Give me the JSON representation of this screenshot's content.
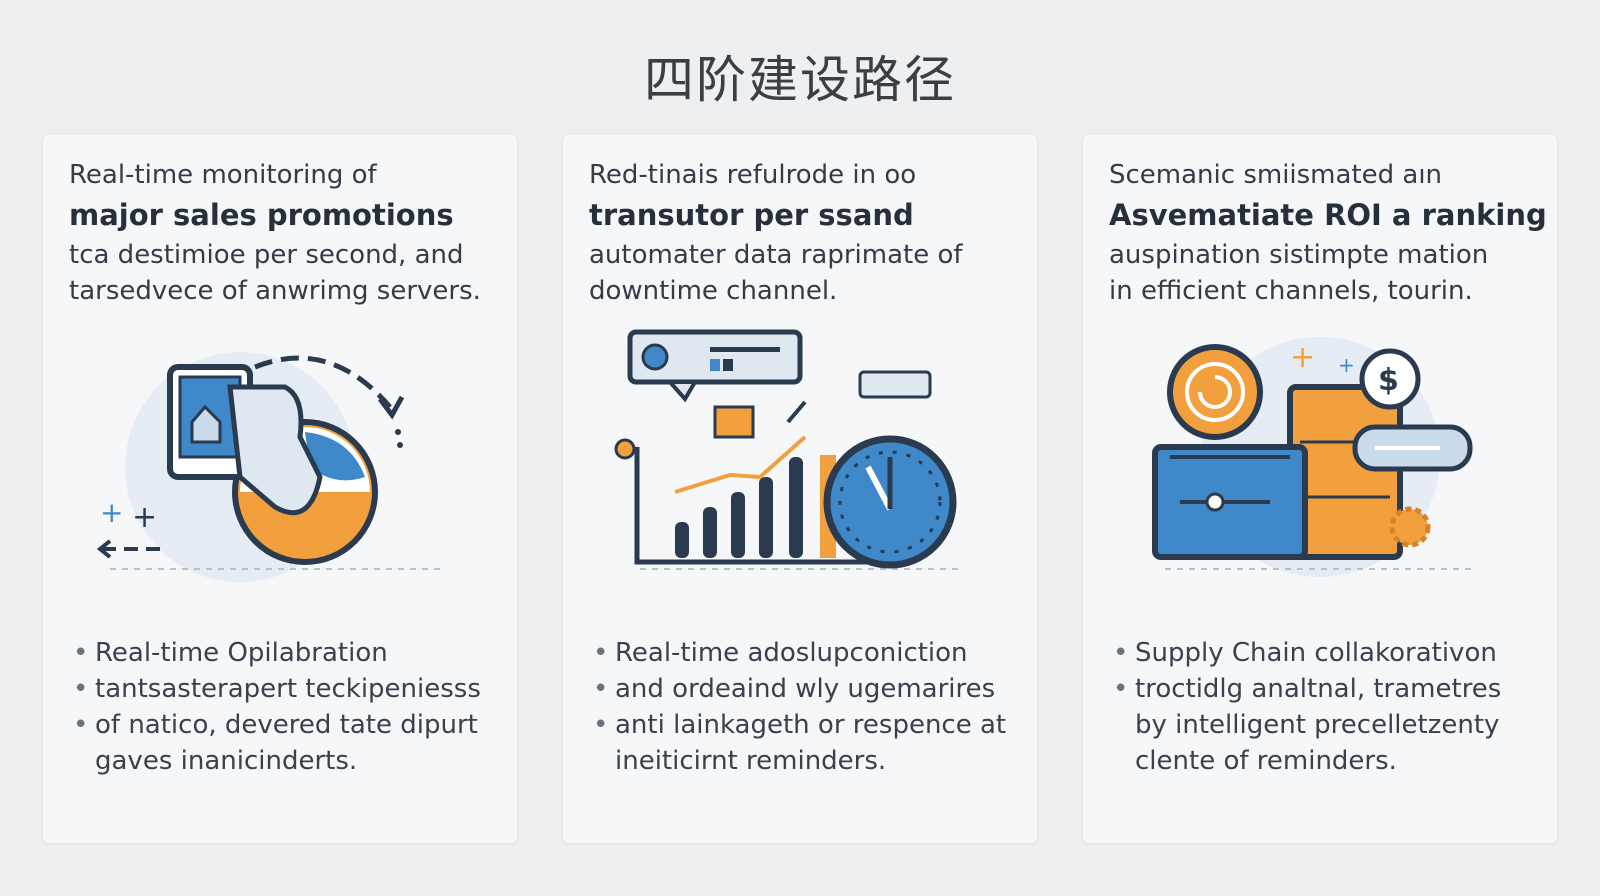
{
  "page": {
    "title": "四阶建设路径"
  },
  "cards": [
    {
      "intro": "Real-time monitoring of",
      "heading": "major sales promotions",
      "desc": [
        "tca destimioe per second, and",
        "tarsedvece of anwrimg servers."
      ],
      "illustration": "server-monitoring-illustration",
      "bullets": [
        "Real-time Opilabration",
        "tantsasterapert teckipeniesss",
        "of natico, devered tate  dipurt"
      ],
      "bullet_cont": "gaves inanicinderts."
    },
    {
      "intro": "Red-tinais refulrode in oo",
      "heading": "transutor per ssand",
      "desc": [
        "automater data raprimate of",
        "downtime channel."
      ],
      "illustration": "analytics-dashboard-illustration",
      "bullets": [
        "Real-time adoslupconiction",
        "and ordeaind wly ugemarires",
        "anti lainkageth or respence at"
      ],
      "bullet_cont": "ineiticirnt reminders."
    },
    {
      "intro": "Scemanic smiismated aın",
      "heading": "Asvematiate ROI a ranking",
      "desc": [
        "auspination sistimpte mation",
        "in efficient channels, tourin."
      ],
      "illustration": "roi-finance-illustration",
      "bullets": [
        "Supply Chain collakorativon",
        "troctidlg analtnal, trametres"
      ],
      "bullet_cont": [
        "by intelligent precelletzenty",
        "clente of reminders."
      ]
    }
  ],
  "colors": {
    "navy": "#2a3a4f",
    "blue": "#3f88c9",
    "orange": "#f2a03d",
    "lightblue": "#c9daea"
  }
}
